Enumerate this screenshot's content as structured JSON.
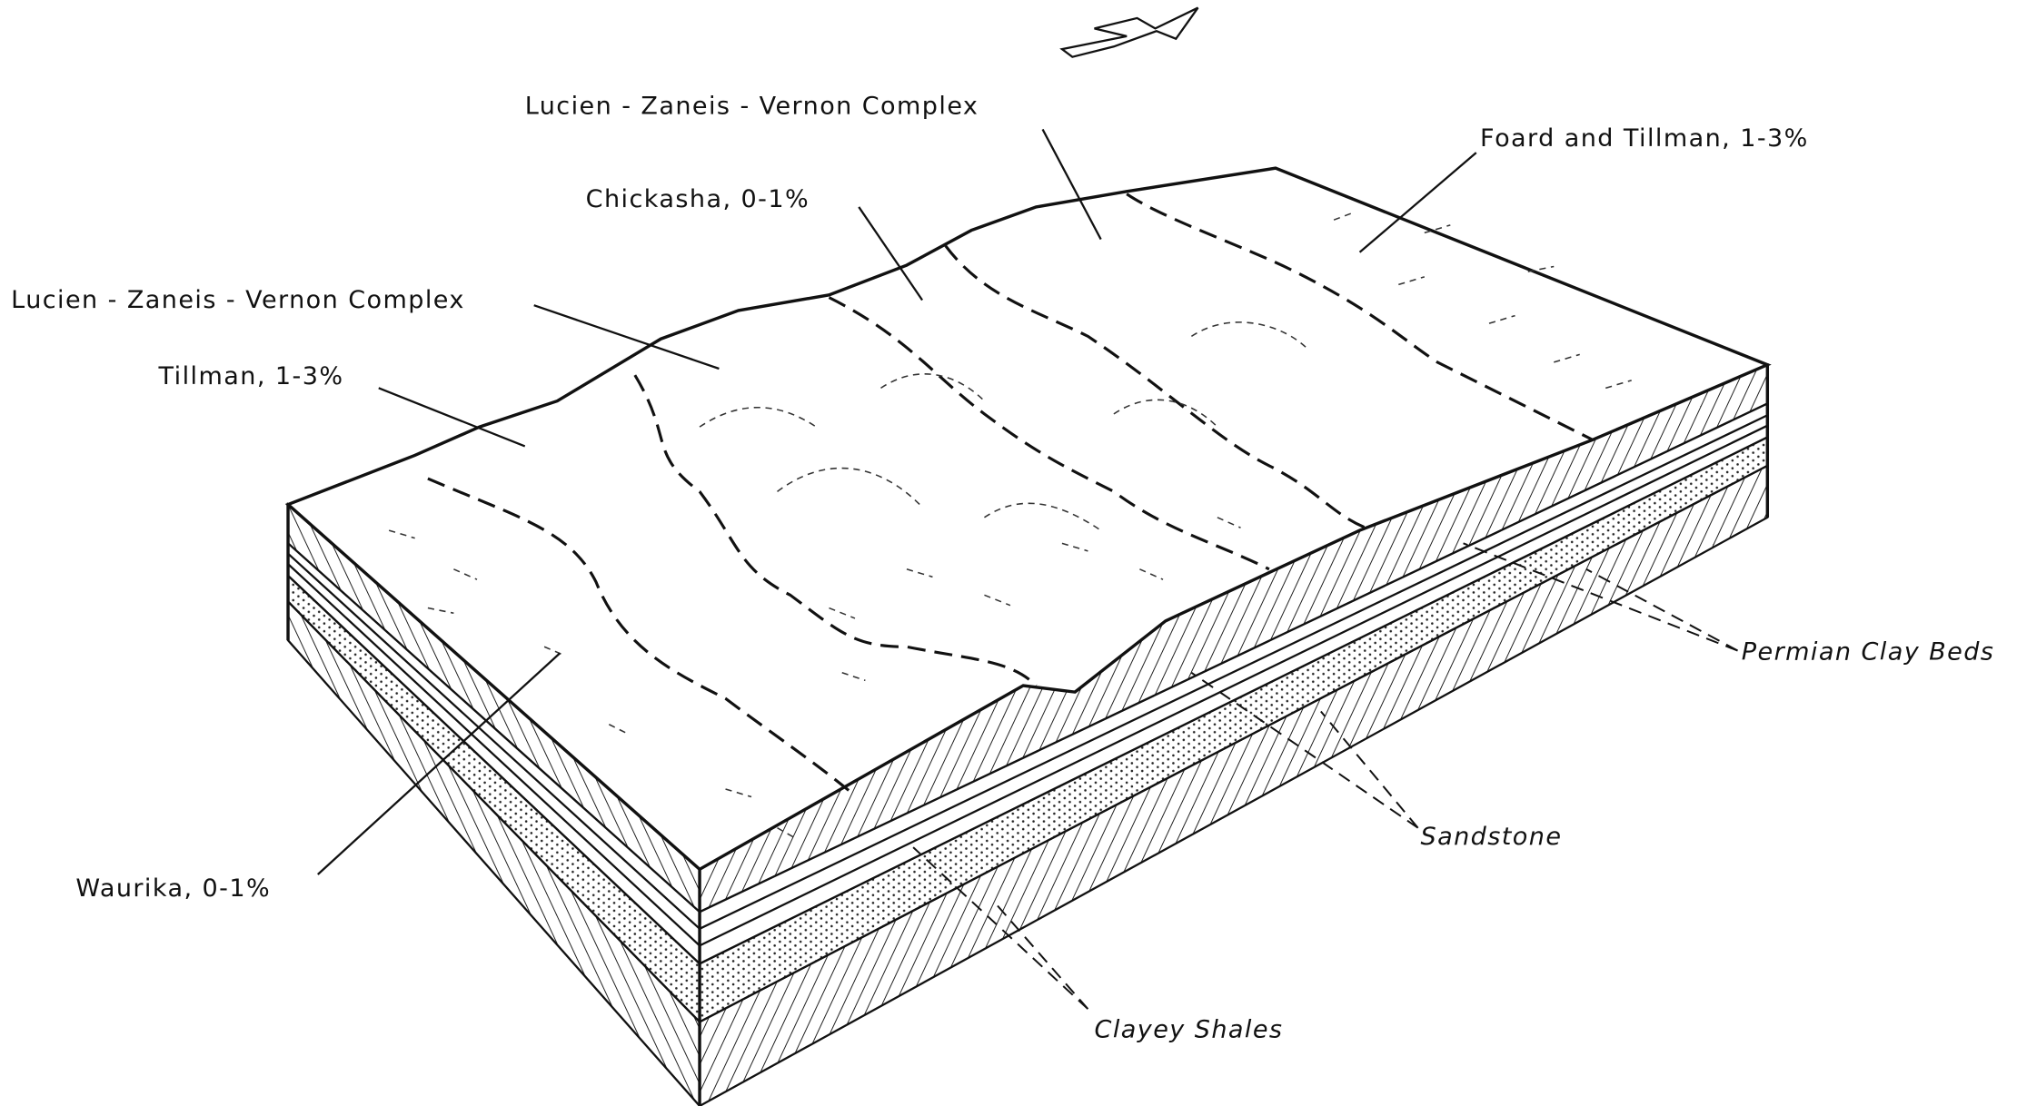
{
  "diagram": {
    "type": "block diagram",
    "north_arrow": "north-arrow-icon",
    "soil_labels": [
      "Lucien - Zaneis - Vernon Complex",
      "Foard and Tillman, 1-3%",
      "Chickasha, 0-1%",
      "Lucien - Zaneis - Vernon Complex",
      "Tillman, 1-3%",
      "Waurika, 0-1%"
    ],
    "strata_labels": [
      "Permian Clay Beds",
      "Sandstone",
      "Clayey Shales"
    ]
  }
}
